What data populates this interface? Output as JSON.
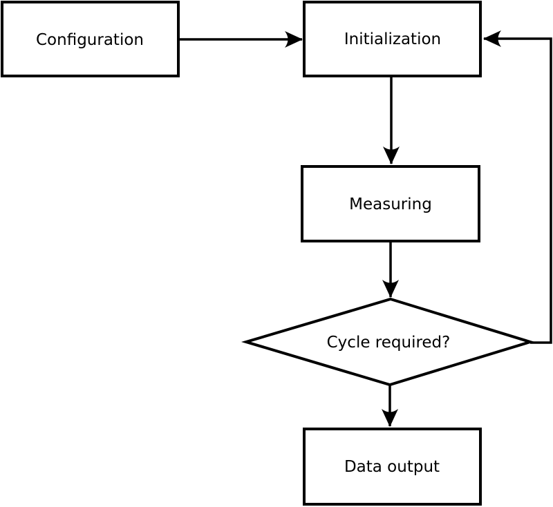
{
  "diagram": {
    "type": "flowchart",
    "background_color": "#ffffff",
    "stroke_color": "#000000",
    "node_fill_color": "#ffffff",
    "text_color": "#000000",
    "nodes": [
      {
        "id": "configuration",
        "label": "Configuration",
        "shape": "rect"
      },
      {
        "id": "initialization",
        "label": "Initialization",
        "shape": "rect"
      },
      {
        "id": "measuring",
        "label": "Measuring",
        "shape": "rect"
      },
      {
        "id": "cycle-required",
        "label": "Cycle required?",
        "shape": "diamond"
      },
      {
        "id": "data-output",
        "label": "Data output",
        "shape": "rect"
      }
    ],
    "edges": [
      {
        "from": "configuration",
        "to": "initialization",
        "kind": "straight"
      },
      {
        "from": "initialization",
        "to": "measuring",
        "kind": "straight"
      },
      {
        "from": "measuring",
        "to": "cycle-required",
        "kind": "straight"
      },
      {
        "from": "cycle-required",
        "to": "data-output",
        "kind": "straight"
      },
      {
        "from": "cycle-required",
        "to": "initialization",
        "kind": "loop-back"
      }
    ]
  }
}
